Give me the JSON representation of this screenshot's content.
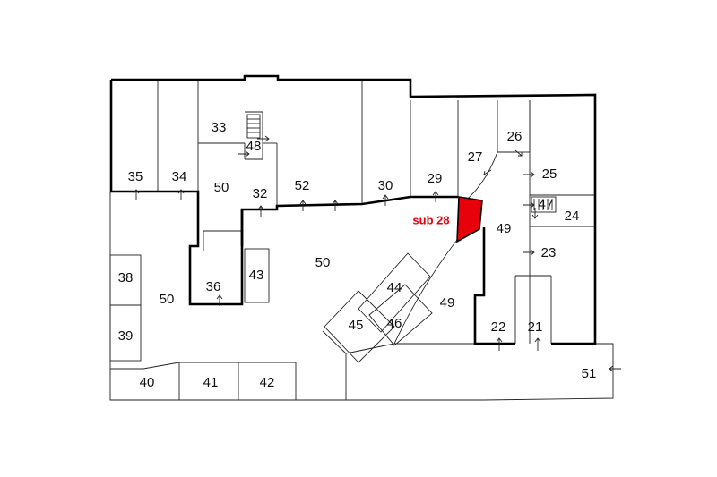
{
  "highlight": {
    "label": "sub 28",
    "color": "#e8000b"
  },
  "units": [
    {
      "id": "u35",
      "label": "35"
    },
    {
      "id": "u34",
      "label": "34"
    },
    {
      "id": "u33",
      "label": "33"
    },
    {
      "id": "u48",
      "label": "48"
    },
    {
      "id": "u50a",
      "label": "50"
    },
    {
      "id": "u32",
      "label": "32"
    },
    {
      "id": "u52",
      "label": "52"
    },
    {
      "id": "u30",
      "label": "30"
    },
    {
      "id": "u29",
      "label": "29"
    },
    {
      "id": "u27",
      "label": "27"
    },
    {
      "id": "u26",
      "label": "26"
    },
    {
      "id": "u25",
      "label": "25"
    },
    {
      "id": "u47",
      "label": "47"
    },
    {
      "id": "u24",
      "label": "24"
    },
    {
      "id": "u49a",
      "label": "49"
    },
    {
      "id": "u23",
      "label": "23"
    },
    {
      "id": "u50b",
      "label": "50"
    },
    {
      "id": "u38",
      "label": "38"
    },
    {
      "id": "u50c",
      "label": "50"
    },
    {
      "id": "u36",
      "label": "36"
    },
    {
      "id": "u43",
      "label": "43"
    },
    {
      "id": "u44",
      "label": "44"
    },
    {
      "id": "u49b",
      "label": "49"
    },
    {
      "id": "u45",
      "label": "45"
    },
    {
      "id": "u46",
      "label": "46"
    },
    {
      "id": "u22",
      "label": "22"
    },
    {
      "id": "u21",
      "label": "21"
    },
    {
      "id": "u39",
      "label": "39"
    },
    {
      "id": "u40",
      "label": "40"
    },
    {
      "id": "u41",
      "label": "41"
    },
    {
      "id": "u42",
      "label": "42"
    },
    {
      "id": "u51",
      "label": "51"
    }
  ]
}
